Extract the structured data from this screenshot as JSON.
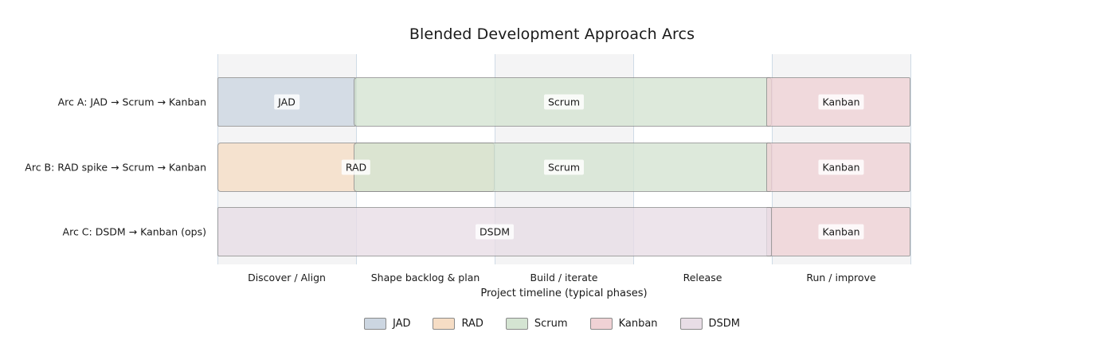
{
  "chart_data": {
    "type": "bar",
    "title": "Blended Development Approach Arcs",
    "xlabel": "Project timeline (typical phases)",
    "ylabel": "",
    "grid": true,
    "orientation": "horizontal",
    "legend_position": "bottom",
    "xlim": [
      0,
      5
    ],
    "x_tick_positions": [
      0.5,
      1.5,
      2.5,
      3.5,
      4.5
    ],
    "x_tick_labels": [
      "Discover / Align",
      "Shape backlog & plan",
      "Build / iterate",
      "Release",
      "Run / improve"
    ],
    "categories": [
      "Arc A: JAD → Scrum → Kanban",
      "Arc B: RAD spike → Scrum → Kanban",
      "Arc C: DSDM → Kanban (ops)"
    ],
    "colors": {
      "JAD": "#ccd6e1",
      "RAD": "#f6ddc5",
      "Scrum": "#d4e4d2",
      "Kanban": "#f0d2d5",
      "DSDM": "#e8dde6",
      "edge": "#8a8a8a",
      "band": "#f4f4f5",
      "gridline": "#cfdbe6"
    },
    "series": [
      {
        "name": "JAD",
        "label": "JAD",
        "color": "#ccd6e1",
        "bars": [
          {
            "row": 0,
            "start": 0.0,
            "end": 1.0,
            "label": "JAD",
            "label_x": 0.5
          }
        ]
      },
      {
        "name": "RAD",
        "label": "RAD",
        "color": "#f6ddc5",
        "bars": [
          {
            "row": 1,
            "start": 0.0,
            "end": 2.0,
            "label": "RAD",
            "label_x": 1.0
          }
        ]
      },
      {
        "name": "Scrum",
        "label": "Scrum",
        "color": "#d4e4d2",
        "bars": [
          {
            "row": 0,
            "start": 0.98,
            "end": 4.0,
            "label": "Scrum",
            "label_x": 2.5
          },
          {
            "row": 1,
            "start": 0.98,
            "end": 4.0,
            "label": "Scrum",
            "label_x": 2.5
          }
        ]
      },
      {
        "name": "Kanban",
        "label": "Kanban",
        "color": "#f0d2d5",
        "bars": [
          {
            "row": 0,
            "start": 3.96,
            "end": 5.0,
            "label": "Kanban",
            "label_x": 4.5
          },
          {
            "row": 1,
            "start": 3.96,
            "end": 5.0,
            "label": "Kanban",
            "label_x": 4.5
          },
          {
            "row": 2,
            "start": 3.96,
            "end": 5.0,
            "label": "Kanban",
            "label_x": 4.5
          }
        ]
      },
      {
        "name": "DSDM",
        "label": "DSDM",
        "color": "#e8dde6",
        "bars": [
          {
            "row": 2,
            "start": 0.0,
            "end": 4.0,
            "label": "DSDM",
            "label_x": 2.0
          }
        ]
      }
    ],
    "shaded_bands": [
      {
        "start": 0.0,
        "end": 1.0
      },
      {
        "start": 2.0,
        "end": 3.0
      },
      {
        "start": 4.0,
        "end": 5.0
      }
    ],
    "gridlines": [
      0.0,
      1.0,
      2.0,
      3.0,
      4.0,
      5.0
    ],
    "legend": [
      {
        "label": "JAD",
        "color": "#ccd6e1"
      },
      {
        "label": "RAD",
        "color": "#f6ddc5"
      },
      {
        "label": "Scrum",
        "color": "#d4e4d2"
      },
      {
        "label": "Kanban",
        "color": "#f0d2d5"
      },
      {
        "label": "DSDM",
        "color": "#e8dde6"
      }
    ]
  }
}
